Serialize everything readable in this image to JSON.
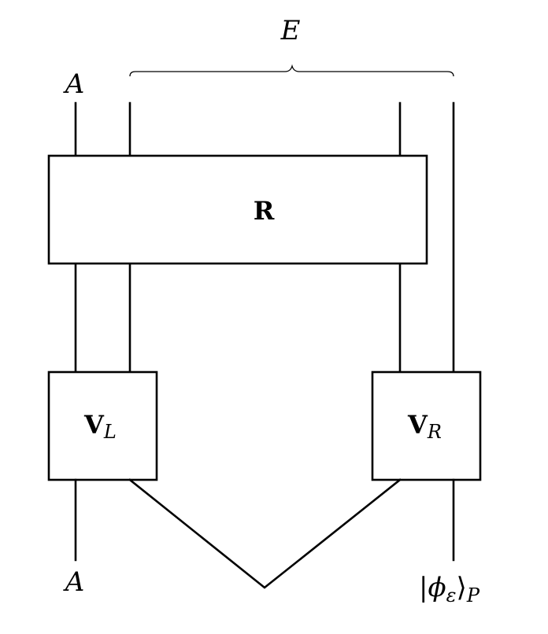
{
  "diagram": {
    "top_label_left": "A",
    "brace_label": "E",
    "box_r_label": "R",
    "box_vl_label": "V",
    "box_vl_sub": "L",
    "box_vr_label": "V",
    "box_vr_sub": "R",
    "bottom_label_left": "A",
    "bottom_label_right_open": "|",
    "bottom_label_right_symbol": "ϕ",
    "bottom_label_right_sub": "ε",
    "bottom_label_right_close": "⟩",
    "bottom_label_right_outer_sub": "P"
  }
}
